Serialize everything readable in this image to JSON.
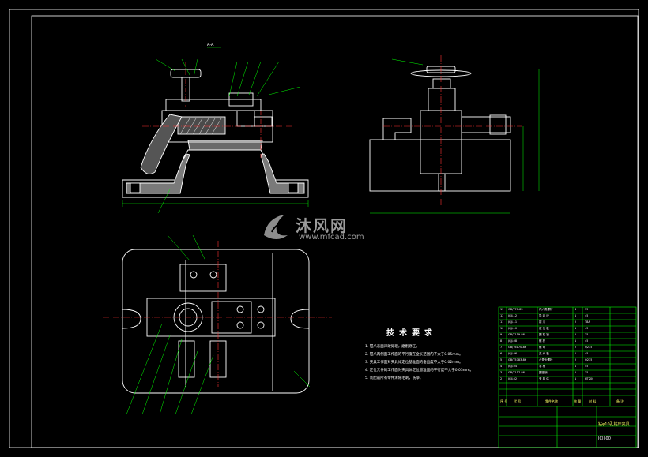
{
  "section_label": "A-A",
  "technical_requirements": {
    "title": "技术要求",
    "items": [
      "1. 钳爪表面淬硬处理，磨削修正。",
      "2. 钳爪两侧面工作面的平行度在全长范围内不大于0.05mm。",
      "3. 夹具工作面对夹具体定位基准面的垂直度不大于0.02mm。",
      "4. 定位元件的工作面对夹具体定位基准面的平行度不大于0.03mm。",
      "5. 装配前所有零件清除毛刺，洗净。"
    ]
  },
  "watermark": {
    "cn": "沐风网",
    "url": "www.mfcad.com"
  },
  "bom_rows": [
    {
      "no": "13",
      "code": "GB/T70-85",
      "name": "内六角螺钉",
      "qty": "4",
      "mat": "35"
    },
    {
      "no": "12",
      "code": "JCJJ-12",
      "name": "导 向 块",
      "qty": "1",
      "mat": "45"
    },
    {
      "no": "11",
      "code": "JCJJ-11",
      "name": "钳 爪",
      "qty": "2",
      "mat": "T8A"
    },
    {
      "no": "10",
      "code": "JCJJ-10",
      "name": "定 位 板",
      "qty": "1",
      "mat": "45"
    },
    {
      "no": "9",
      "code": "GB/T119-86",
      "name": "圆 柱 销",
      "qty": "2",
      "mat": "35"
    },
    {
      "no": "8",
      "code": "JCJJ-08",
      "name": "螺 杆",
      "qty": "1",
      "mat": "45"
    },
    {
      "no": "7",
      "code": "GB/T6170-86",
      "name": "螺 母",
      "qty": "2",
      "mat": "Q235"
    },
    {
      "no": "6",
      "code": "JCJJ-06",
      "name": "支 承 板",
      "qty": "1",
      "mat": "45"
    },
    {
      "no": "5",
      "code": "GB/T5783-86",
      "name": "六角头螺栓",
      "qty": "2",
      "mat": "Q235"
    },
    {
      "no": "4",
      "code": "JCJJ-04",
      "name": "手 柄",
      "qty": "1",
      "mat": "45"
    },
    {
      "no": "3",
      "code": "GB/T117-86",
      "name": "圆锥销",
      "qty": "2",
      "mat": "35"
    },
    {
      "no": "2",
      "code": "JCJJ-02",
      "name": "夹 具 体",
      "qty": "1",
      "mat": "HT200"
    }
  ],
  "bom_header": {
    "no": "序 号",
    "code": "代 号",
    "name": "零件名称",
    "qty": "数 量",
    "mat": "材 料",
    "note": "备 注"
  },
  "drawing_name": "钻φ10孔钻床夹具",
  "drawing_no": "JCJJ-00"
}
